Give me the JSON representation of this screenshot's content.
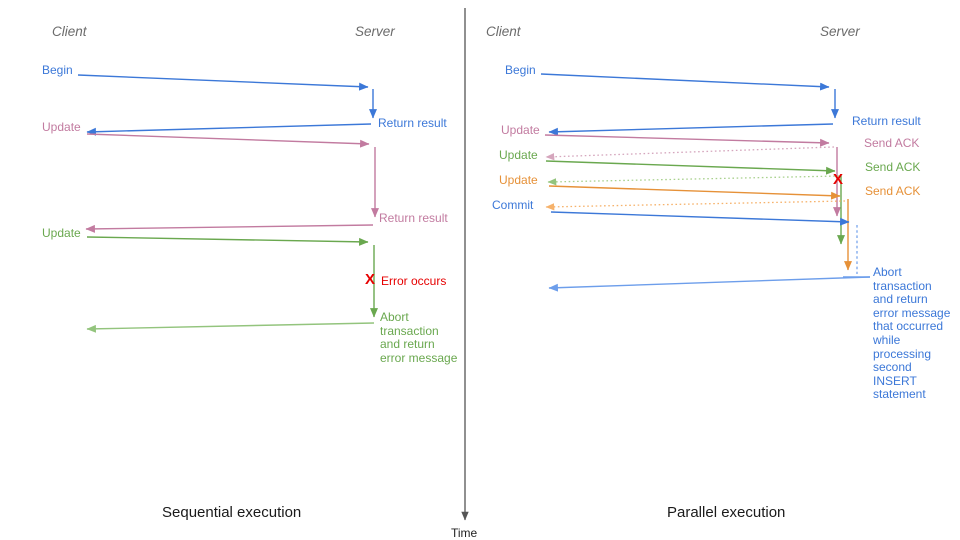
{
  "colors": {
    "blue": "#3c78d8",
    "light_blue": "#6d9eeb",
    "pink": "#c27ba0",
    "light_pink": "#d5a6bd",
    "green": "#6aa84f",
    "light_green": "#93c47d",
    "orange": "#e69138",
    "light_orange": "#f6b26b",
    "error_red": "#e60000",
    "header_gray": "#6b6b6b",
    "timeline_gray": "#555555"
  },
  "timeline": {
    "label": "Time"
  },
  "left": {
    "title": "Sequential execution",
    "client": "Client",
    "server": "Server",
    "begin": "Begin",
    "return_result_1": "Return result",
    "update_1": "Update",
    "return_result_2": "Return result",
    "update_2": "Update",
    "error_mark": "X",
    "error_label": "Error occurs",
    "abort_message": "Abort\ntransaction\nand return\nerror message"
  },
  "right": {
    "title": "Parallel execution",
    "client": "Client",
    "server": "Server",
    "begin": "Begin",
    "return_result": "Return result",
    "update_1": "Update",
    "send_ack_1": "Send ACK",
    "update_2": "Update",
    "send_ack_2": "Send ACK",
    "update_3": "Update",
    "send_ack_3": "Send ACK",
    "commit": "Commit",
    "error_mark": "X",
    "abort_message": "Abort\ntransaction\nand return\nerror message\nthat occurred\nwhile\nprocessing\nsecond\nINSERT\nstatement"
  }
}
